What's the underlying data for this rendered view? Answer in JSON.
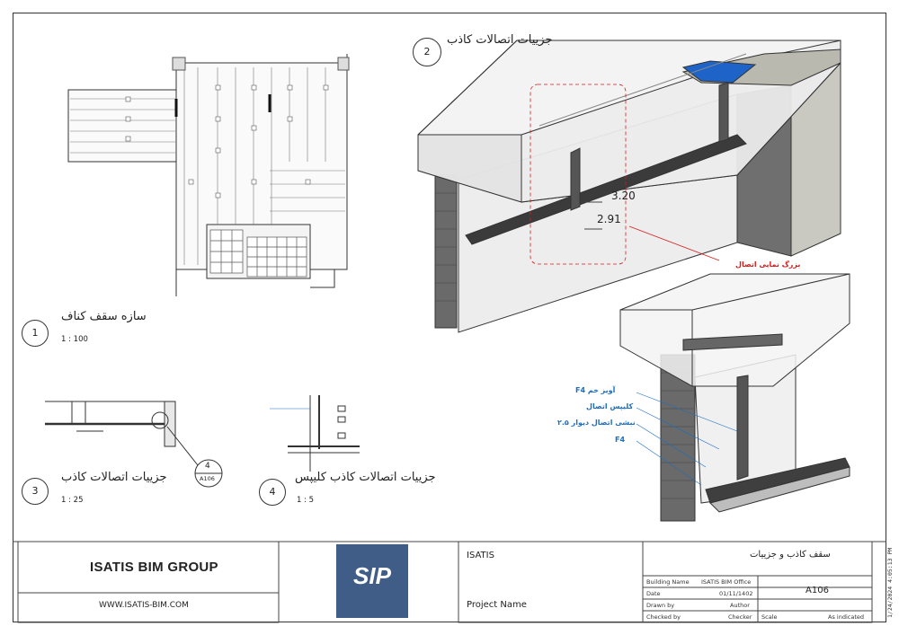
{
  "views": {
    "v1": {
      "number": "1",
      "title": "سازه سقف کناف",
      "scale": "1 : 100"
    },
    "v2": {
      "number": "2",
      "title": "جزییات اتصالات کاذب"
    },
    "v3": {
      "number": "3",
      "title": "جزییات اتصالات کاذب",
      "scale": "1 : 25"
    },
    "v4": {
      "number": "4",
      "title": "جزییات اتصالات کاذب کلیپس",
      "scale": "1 : 5"
    }
  },
  "section_mark": {
    "number": "4",
    "sheet": "A106"
  },
  "dimensions": {
    "top": "3.20",
    "bottom": "2.91"
  },
  "annotations": {
    "connection_zoom": "بزرگ نمایی اتصال",
    "hanger": "آویز خم  F4",
    "clips": "کلیپس اتصال",
    "wall_angle": "نبشی اتصال دیوار ۲.۵",
    "f4": "F4"
  },
  "title_block": {
    "company": "ISATIS BIM GROUP",
    "website": "WWW.ISATIS-BIM.COM",
    "logo_text": "SIP",
    "project_company": "ISATIS",
    "project_name": "Project Name",
    "sheet_title": "سقف کاذب و جزییات",
    "fields": [
      {
        "label": "Building Name",
        "value": "ISATIS BIM Office"
      },
      {
        "label": "Date",
        "value": "01/11/1402"
      },
      {
        "label": "Drawn by",
        "value": "Author"
      },
      {
        "label": "Checked by",
        "value": "Checker"
      }
    ],
    "sheet_number": "A106",
    "scale_label": "Scale",
    "scale_value": "As indicated",
    "timestamp": "1/24/2024 4:05:13 PM"
  },
  "colors": {
    "line": "#333333",
    "accent_red": "#d71c1c",
    "accent_blue": "#1b6ec2",
    "logo_bg": "#3f5d86"
  }
}
